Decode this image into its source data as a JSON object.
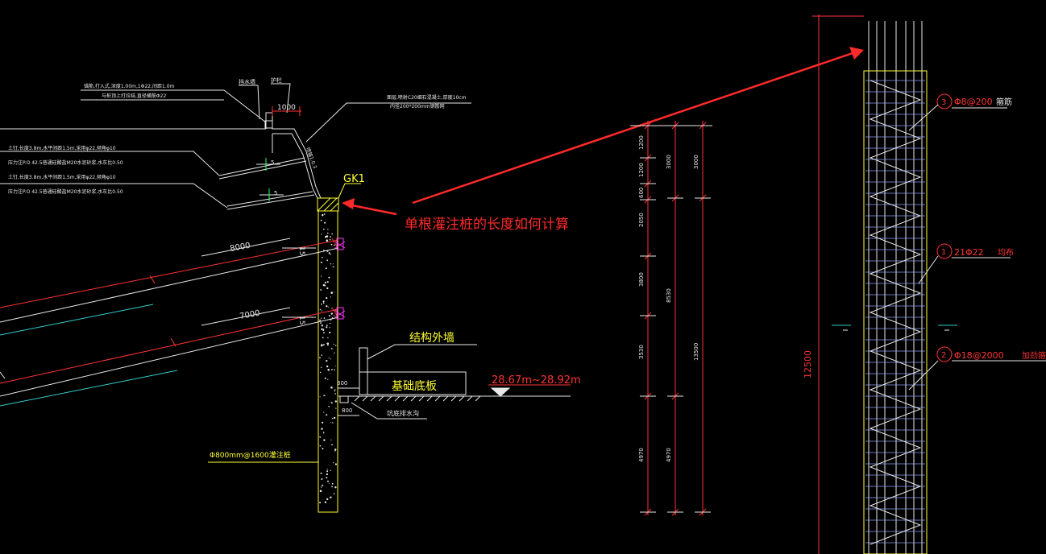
{
  "colors": {
    "background": "#000000",
    "white": "#e8e8e8",
    "yellow": "#ffff33",
    "red": "#ff3333",
    "cyan": "#33cccc",
    "magenta": "#ff33ff",
    "annotation": "#ff2a2a"
  },
  "annotation": {
    "question": "单根灌注桩的长度如何计算"
  },
  "section": {
    "top_note_1": "锚筋,打入式,深度1.00m,1Φ22,间距1.0m",
    "top_note_2": "与桩顶上打拉结,直径横筋Φ22",
    "retaining": "挡水墙",
    "slope_label": "护栏",
    "dim_1000": "1000",
    "surface_note_1": "面层,喷射C20细石混凝土,厚度10cm",
    "surface_note_2": "内挂200*200mm钢筋网",
    "slope_text": "喷锚1:0.3",
    "nail_note_1": "土钉,长度3.8m,水平间距1.5m,采用φ22,倾角φ10",
    "nail_note_2": "压力注P.O 42.5普通硅酸盐M20水泥砂浆,水灰比0.50",
    "nail_note_3": "土钉,长度3.8m,水平间距1.5m,采用φ22,倾角φ10",
    "nail_note_4": "压力注P.O 42.5普通硅酸盐M20水泥砂浆,水灰比0.50",
    "angle_a": "5",
    "angle_b": "5",
    "gk1": "GK1",
    "anchor_len_1": "8000",
    "anchor_len_2": "7000",
    "angle_c": "15",
    "angle_d": "15",
    "outer_wall": "结构外墙",
    "base_slab": "基础底板",
    "elevation": "28.67m~28.92m",
    "dim_300": "300",
    "dim_800": "800",
    "drain": "坑底排水沟",
    "pile": "Φ800mm@1600灌注桩"
  },
  "dimensions": {
    "col1": [
      "1200",
      "1200",
      "600",
      "2050",
      "3800",
      "3530",
      "4970"
    ],
    "col2": [
      "3000",
      "8530",
      "4970"
    ],
    "col3": [
      "3000",
      "13500"
    ],
    "total": "12500"
  },
  "rebar": {
    "item3_num": "3",
    "item3": "Φ8@200",
    "item3_name": "箍筋",
    "item1_num": "1",
    "item1": "21Φ22",
    "item1_name": "均布",
    "item2_num": "2",
    "item2": "Φ18@2000",
    "item2_name": "加劲箍筋"
  }
}
